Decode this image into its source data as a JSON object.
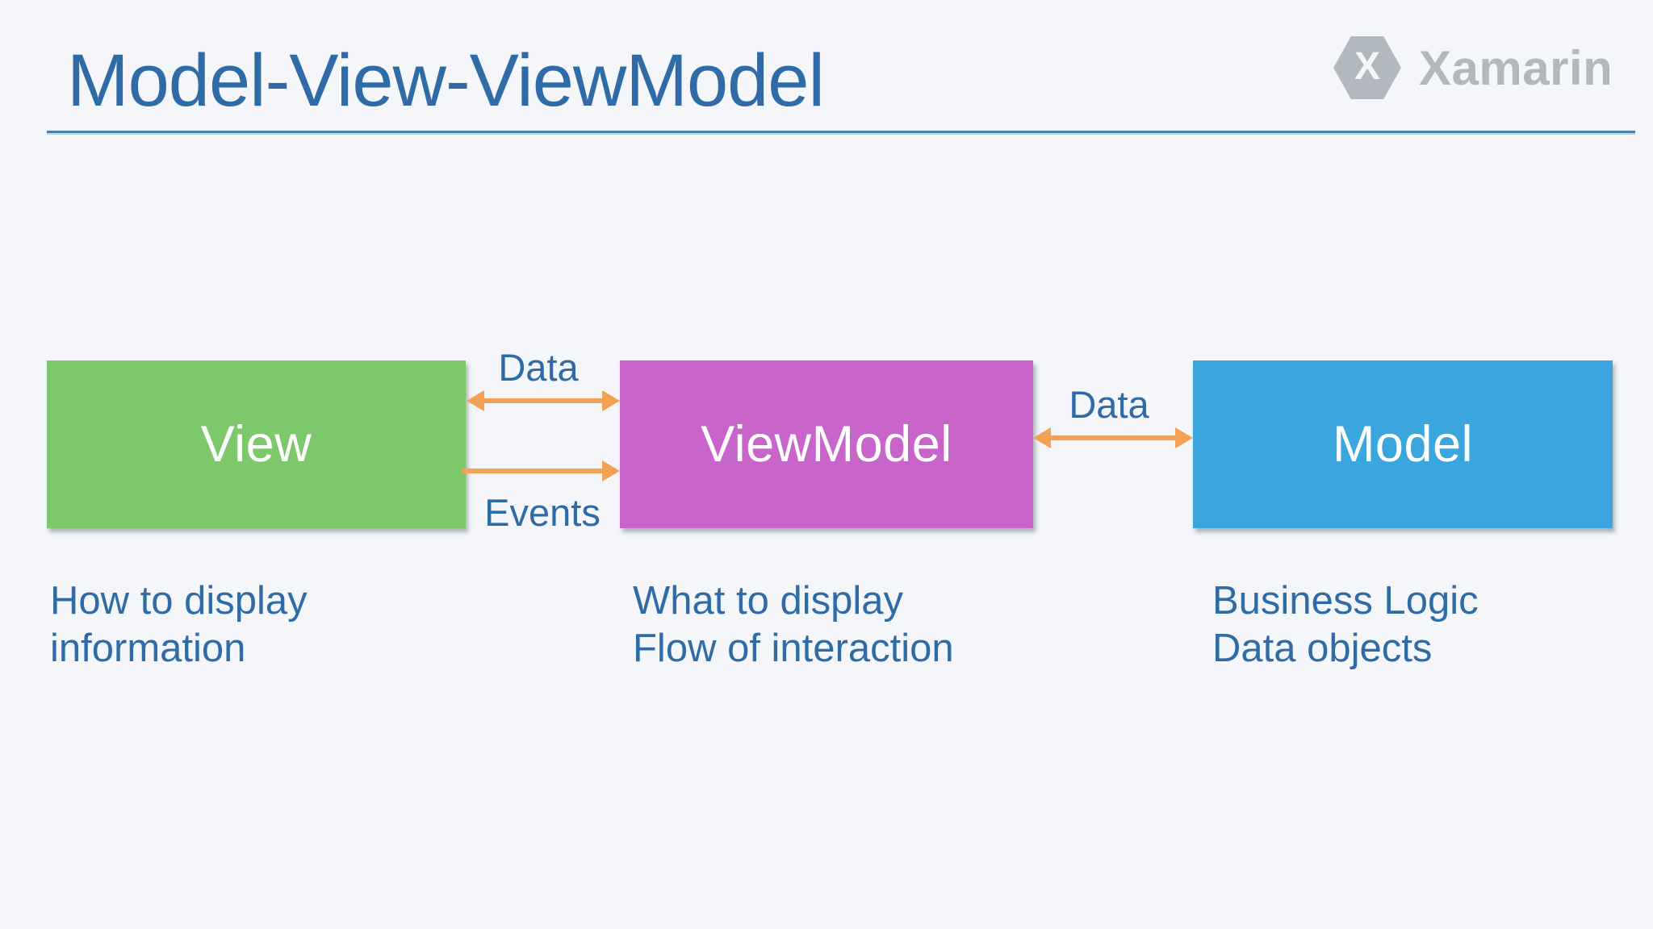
{
  "slide": {
    "title": "Model-View-ViewModel",
    "brand": {
      "name": "Xamarin",
      "logo_letter": "X"
    },
    "colors": {
      "background": "#f4f6f9",
      "title_text": "#2e6ba7",
      "body_text": "#2e6ba7",
      "underline": "#4d81af",
      "arrow": "#f2a155",
      "logo_gray": "#b2b8c0",
      "node_label_text": "#ffffff"
    },
    "nodes": [
      {
        "id": "view",
        "label": "View",
        "color": "#7dc86a",
        "captions": [
          "How to display",
          "information"
        ]
      },
      {
        "id": "viewmodel",
        "label": "ViewModel",
        "color": "#c765cb",
        "captions": [
          "What to display",
          "Flow of interaction"
        ]
      },
      {
        "id": "model",
        "label": "Model",
        "color": "#3ba5dd",
        "captions": [
          "Business Logic",
          "Data objects"
        ]
      }
    ],
    "arrows": [
      {
        "id": "data-view-viewmodel",
        "label": "Data",
        "type": "double"
      },
      {
        "id": "events-view-viewmodel",
        "label": "Events",
        "type": "single-right"
      },
      {
        "id": "data-viewmodel-model",
        "label": "Data",
        "type": "double"
      }
    ]
  }
}
